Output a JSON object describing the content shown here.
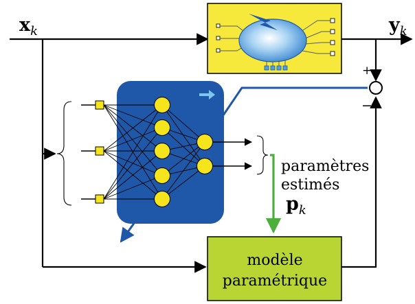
{
  "signals": {
    "input_base": "x",
    "input_sub": "k",
    "output_base": "y",
    "output_sub": "k",
    "plus": "+",
    "minus": "−"
  },
  "estimated_params": {
    "line1": "paramètres",
    "line2": "estimés",
    "symbol_base": "p",
    "symbol_sub": "k"
  },
  "model_block": {
    "line1": "modèle",
    "line2": "paramétrique"
  },
  "colors": {
    "system_fill": "#f7e93c",
    "network_fill": "#1f58a8",
    "model_fill": "#b8d533",
    "estimate_arrow": "#4caf3c",
    "feedback_line": "#1f58a8",
    "neuron_fill": "#f6e51d"
  }
}
